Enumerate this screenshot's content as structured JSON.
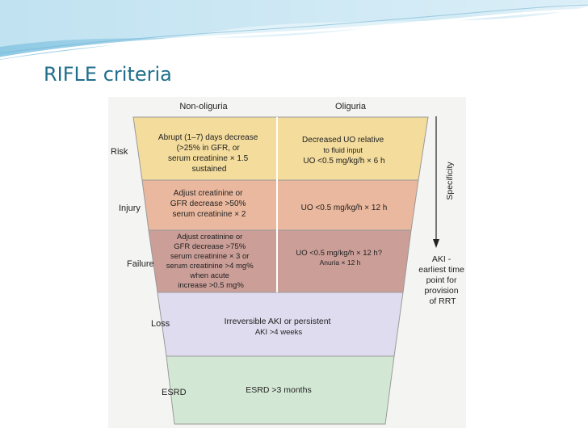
{
  "slide": {
    "title": "RIFLE criteria"
  },
  "diagram": {
    "column_headers": {
      "left": "Non-oliguria",
      "right": "Oliguria"
    },
    "stages": [
      {
        "name": "Risk",
        "color": "#f3dc9c",
        "gfr_criteria": [
          "Abrupt (1–7) days decrease",
          "(>25% in GFR, or",
          "serum creatinine × 1.5",
          "sustained"
        ],
        "uo_criteria": [
          "Decreased UO relative",
          "to fluid input",
          "UO <0.5 mg/kg/h × 6 h"
        ]
      },
      {
        "name": "Injury",
        "color": "#eab89e",
        "gfr_criteria": [
          "Adjust creatinine or",
          "GFR decrease >50%",
          "serum creatinine × 2"
        ],
        "uo_criteria": [
          "UO <0.5 mg/kg/h × 12 h"
        ]
      },
      {
        "name": "Failure",
        "color": "#cb9e98",
        "gfr_criteria": [
          "Adjust creatinine or",
          "GFR decrease >75%",
          "serum creatinine × 3 or",
          "serum creatinine >4 mg%",
          "when acute",
          "increase >0.5 mg%"
        ],
        "uo_criteria": [
          "UO <0.5 mg/kg/h × 12 h?",
          "Anuria × 12 h"
        ]
      },
      {
        "name": "Loss",
        "color": "#dedcee",
        "criteria": [
          "Irreversible AKI or persistent",
          "AKI >4 weeks"
        ]
      },
      {
        "name": "ESRD",
        "color": "#d3e8d4",
        "criteria": [
          "ESRD >3 months"
        ]
      }
    ],
    "specificity_label": "Specificity",
    "aki_note": [
      "AKI -",
      "earliest time",
      "point for",
      "provision",
      "of RRT"
    ]
  }
}
